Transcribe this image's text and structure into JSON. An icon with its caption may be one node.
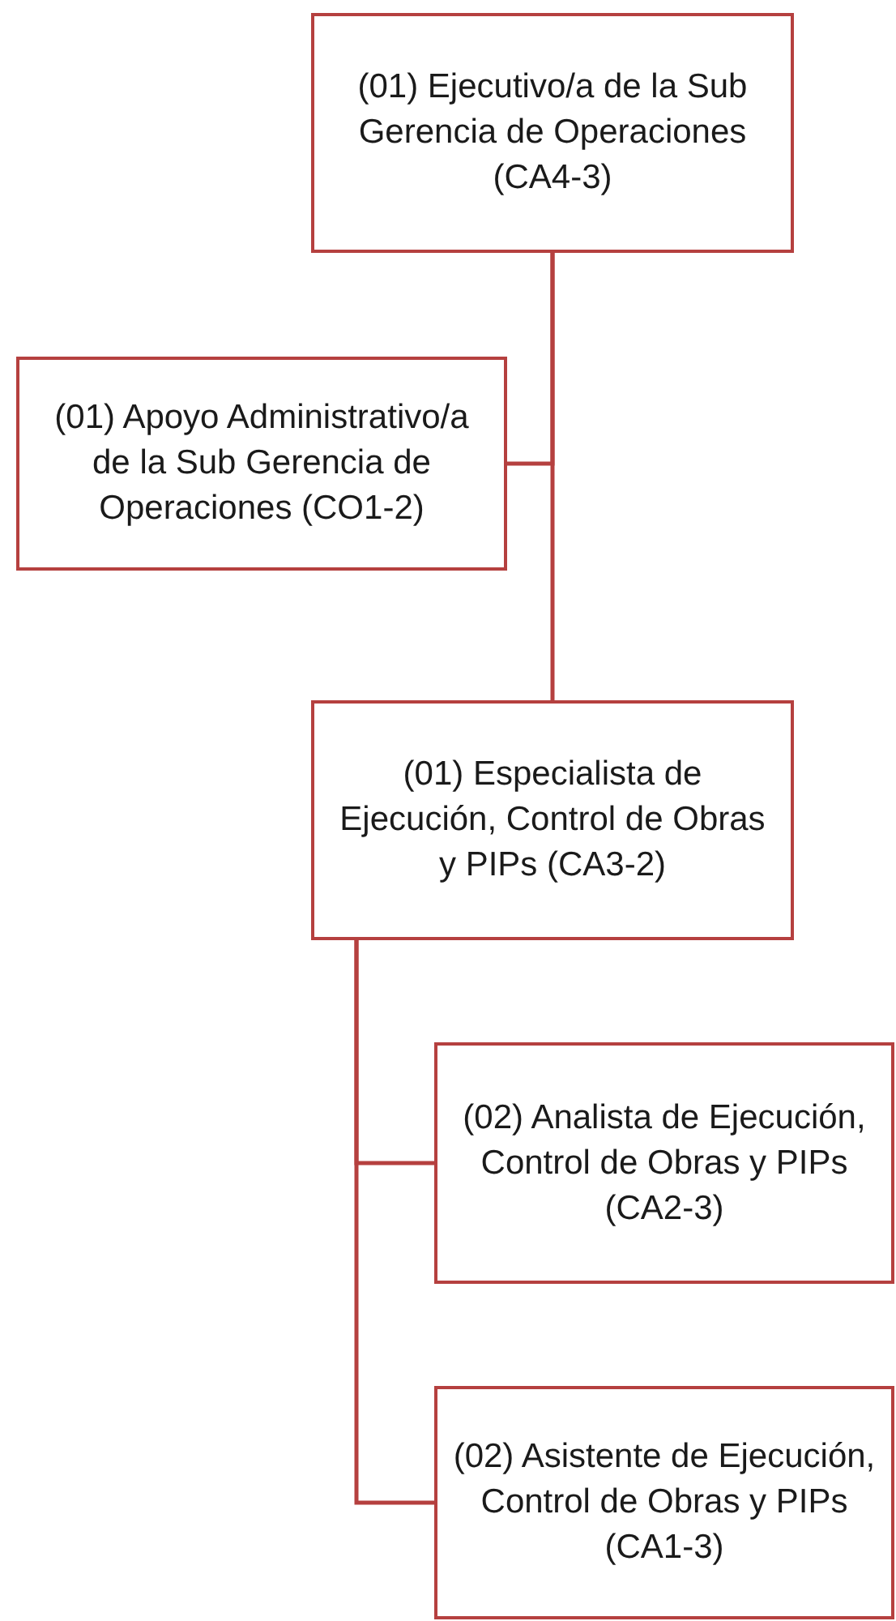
{
  "diagram": {
    "nodes": [
      {
        "text": [
          "(01) Ejecutivo/a de la Sub Gerencia de Operaciones (CA4-3)"
        ]
      },
      {
        "text": [
          "(01) Apoyo Administrativo/a de la Sub Gerencia de Operaciones (CO1-2)"
        ]
      },
      {
        "text": [
          "(01) Especialista de Ejecución, Control de Obras y PIPs (CA3-2)"
        ]
      },
      {
        "text": [
          "(02) Analista de Ejecución, Control de Obras y PIPs (CA2-3)"
        ]
      },
      {
        "text": [
          "(02) Asistente de Ejecución, Control de Obras y PIPs (CA1-3)"
        ]
      }
    ],
    "edges": [
      {
        "from": 0,
        "to": 1,
        "arrow": "none"
      },
      {
        "from": 0,
        "to": 2,
        "arrow": "none"
      },
      {
        "from": 2,
        "to": 3,
        "arrow": "none"
      },
      {
        "from": 2,
        "to": 4,
        "arrow": "none"
      }
    ]
  }
}
